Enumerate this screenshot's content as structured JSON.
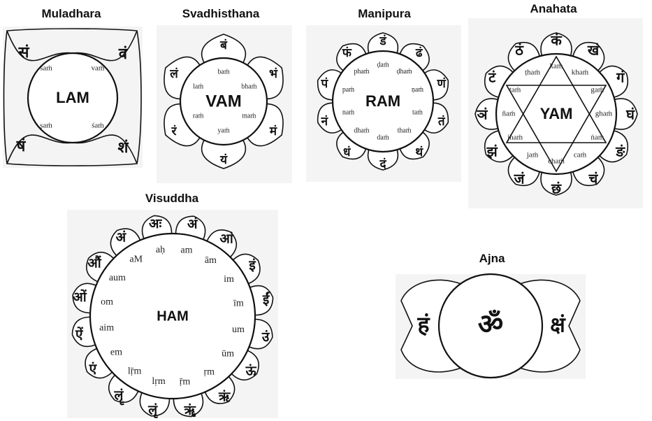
{
  "chakras": {
    "muladhara": {
      "title": "Muladhara",
      "mantra": "LAM",
      "petals": [
        {
          "deva": "वं",
          "trans": "vaṁ"
        },
        {
          "deva": "शं",
          "trans": "śaṁ"
        },
        {
          "deva": "षं",
          "trans": "ṣaṁ"
        },
        {
          "deva": "सं",
          "trans": "saṁ"
        }
      ]
    },
    "svadhisthana": {
      "title": "Svadhisthana",
      "mantra": "VAM",
      "petals": [
        {
          "deva": "बं",
          "trans": "baṁ"
        },
        {
          "deva": "भं",
          "trans": "bhaṁ"
        },
        {
          "deva": "मं",
          "trans": "maṁ"
        },
        {
          "deva": "यं",
          "trans": "yaṁ"
        },
        {
          "deva": "रं",
          "trans": "raṁ"
        },
        {
          "deva": "लं",
          "trans": "laṁ"
        }
      ]
    },
    "manipura": {
      "title": "Manipura",
      "mantra": "RAM",
      "petals": [
        {
          "deva": "डं",
          "trans": "ḍaṁ"
        },
        {
          "deva": "ढं",
          "trans": "ḍhaṁ"
        },
        {
          "deva": "णं",
          "trans": "ṇaṁ"
        },
        {
          "deva": "तं",
          "trans": "taṁ"
        },
        {
          "deva": "थं",
          "trans": "thaṁ"
        },
        {
          "deva": "दं",
          "trans": "daṁ"
        },
        {
          "deva": "धं",
          "trans": "dhaṁ"
        },
        {
          "deva": "नं",
          "trans": "naṁ"
        },
        {
          "deva": "पं",
          "trans": "paṁ"
        },
        {
          "deva": "फं",
          "trans": "phaṁ"
        }
      ]
    },
    "anahata": {
      "title": "Anahata",
      "mantra": "YAM",
      "petals": [
        {
          "deva": "कं",
          "trans": "kaṁ"
        },
        {
          "deva": "खं",
          "trans": "khaṁ"
        },
        {
          "deva": "गं",
          "trans": "gaṁ"
        },
        {
          "deva": "घं",
          "trans": "ghaṁ"
        },
        {
          "deva": "ङं",
          "trans": "ṅaṁ"
        },
        {
          "deva": "चं",
          "trans": "caṁ"
        },
        {
          "deva": "छं",
          "trans": "chaṁ"
        },
        {
          "deva": "जं",
          "trans": "jaṁ"
        },
        {
          "deva": "झं",
          "trans": "jhaṁ"
        },
        {
          "deva": "ञं",
          "trans": "ñaṁ"
        },
        {
          "deva": "टं",
          "trans": "ṭaṁ"
        },
        {
          "deva": "ठं",
          "trans": "ṭhaṁ"
        }
      ]
    },
    "visuddha": {
      "title": "Visuddha",
      "mantra": "HAM",
      "petals": [
        {
          "deva": "अं",
          "trans": "am"
        },
        {
          "deva": "आं",
          "trans": "ām"
        },
        {
          "deva": "इं",
          "trans": "im"
        },
        {
          "deva": "ईं",
          "trans": "īm"
        },
        {
          "deva": "उं",
          "trans": "um"
        },
        {
          "deva": "ऊं",
          "trans": "ūm"
        },
        {
          "deva": "ऋं",
          "trans": "ṛm"
        },
        {
          "deva": "ॠं",
          "trans": "ṝm"
        },
        {
          "deva": "लृं",
          "trans": "lṛm"
        },
        {
          "deva": "लॄं",
          "trans": "lṝm"
        },
        {
          "deva": "एं",
          "trans": "em"
        },
        {
          "deva": "ऐं",
          "trans": "aim"
        },
        {
          "deva": "ओं",
          "trans": "om"
        },
        {
          "deva": "औं",
          "trans": "aum"
        },
        {
          "deva": "अं",
          "trans": "aM"
        },
        {
          "deva": "अः",
          "trans": "aḥ"
        }
      ]
    },
    "ajna": {
      "title": "Ajna",
      "mantra": "ॐ",
      "petals": [
        {
          "deva": "हं"
        },
        {
          "deva": "क्षं"
        }
      ]
    }
  }
}
